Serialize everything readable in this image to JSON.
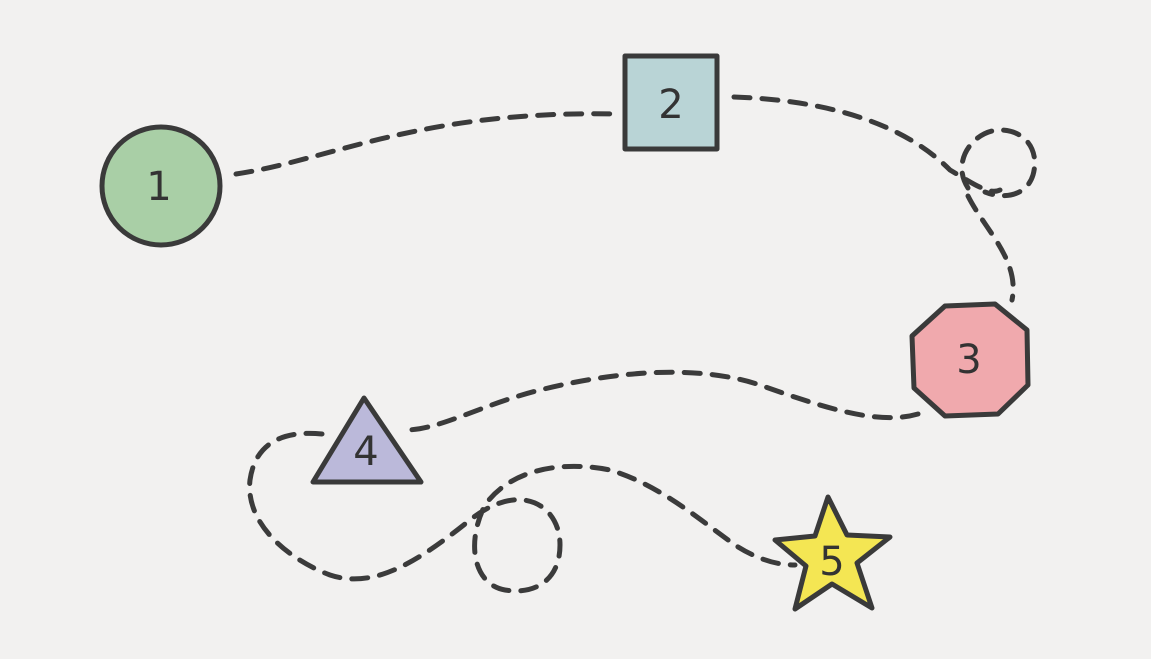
{
  "nodes": [
    {
      "id": "n1",
      "label": "1",
      "shape": "circle",
      "fill": "#a9cfa6"
    },
    {
      "id": "n2",
      "label": "2",
      "shape": "square",
      "fill": "#b9d4d6"
    },
    {
      "id": "n3",
      "label": "3",
      "shape": "octagon",
      "fill": "#f0a9ad"
    },
    {
      "id": "n4",
      "label": "4",
      "shape": "triangle",
      "fill": "#bbb9da"
    },
    {
      "id": "n5",
      "label": "5",
      "shape": "star",
      "fill": "#f4e653"
    }
  ],
  "colors": {
    "background": "#f2f1f0",
    "stroke": "#3b3b3b"
  }
}
